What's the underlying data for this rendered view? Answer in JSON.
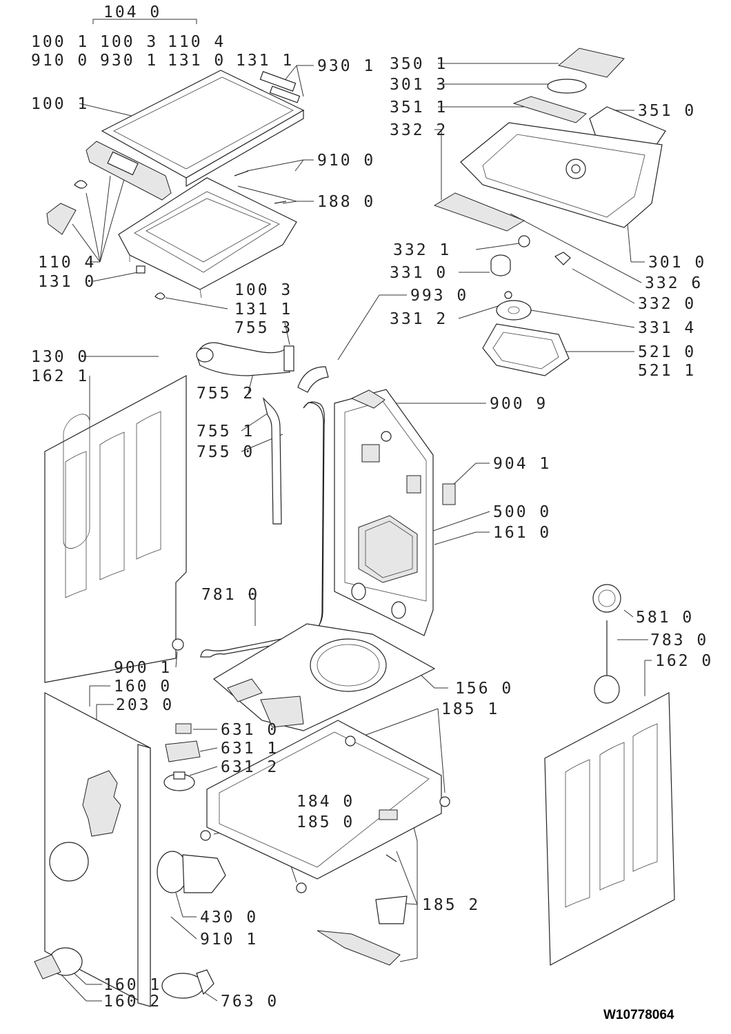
{
  "diagram": {
    "document_number": "W10778064",
    "header_group": {
      "top": "104 0",
      "row1": [
        "100 1",
        "100 3",
        "110 4"
      ],
      "row2": [
        "910 0",
        "930 1",
        "131 0",
        "131 1"
      ]
    },
    "callouts": [
      "930 1",
      "100 1",
      "910 0",
      "188 0",
      "110 4",
      "131 0",
      "100 3",
      "131 1",
      "755 3",
      "130 0",
      "162 1",
      "755 2",
      "755 1",
      "755 0",
      "993 0",
      "350 1",
      "301 3",
      "351 1",
      "351 0",
      "332 2",
      "332 1",
      "331 0",
      "331 2",
      "301 0",
      "332 6",
      "332 0",
      "331 4",
      "521 0",
      "521 1",
      "900 9",
      "904 1",
      "500 0",
      "161 0",
      "781 0",
      "900 1",
      "160 0",
      "203 0",
      "156 0",
      "185 1",
      "631 0",
      "631 1",
      "631 2",
      "184 0",
      "185 0",
      "430 0",
      "910 1",
      "160 1",
      "160 2",
      "763 0",
      "185 2",
      "581 0",
      "783 0",
      "162 0"
    ]
  }
}
